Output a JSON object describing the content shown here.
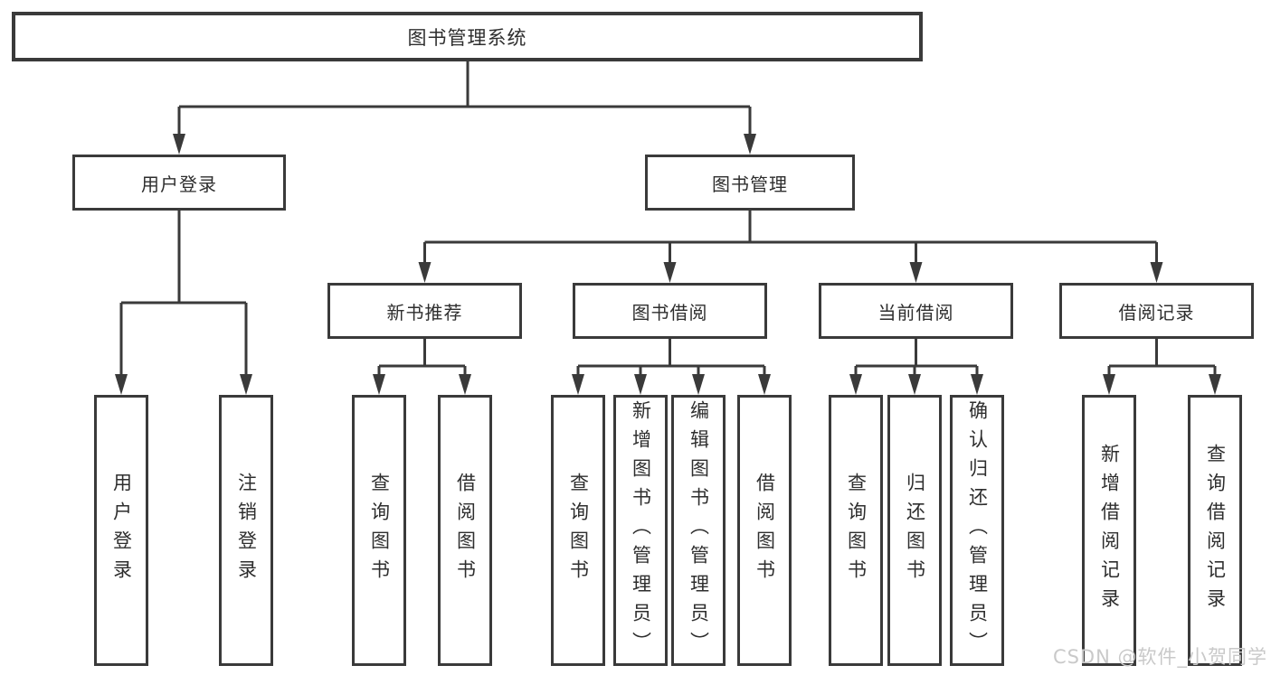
{
  "diagram": {
    "title": "图书管理系统",
    "branches": [
      {
        "label": "用户登录",
        "children": [
          "用户登录",
          "注销登录"
        ]
      },
      {
        "label": "图书管理",
        "groups": [
          {
            "label": "新书推荐",
            "children": [
              "查询图书",
              "借阅图书"
            ]
          },
          {
            "label": "图书借阅",
            "children": [
              "查询图书",
              "新增图书（管理员）",
              "编辑图书（管理员）",
              "借阅图书"
            ]
          },
          {
            "label": "当前借阅",
            "children": [
              "查询图书",
              "归还图书",
              "确认归还（管理员）"
            ]
          },
          {
            "label": "借阅记录",
            "children": [
              "新增借阅记录",
              "查询借阅记录"
            ]
          }
        ]
      }
    ]
  },
  "watermark": "CSDN @软件_小贺同学",
  "colors": {
    "line": "#3a3a3a",
    "box_border": "#3a3a3a",
    "text": "#2e2e2e",
    "watermark": "#c9c9c9"
  }
}
